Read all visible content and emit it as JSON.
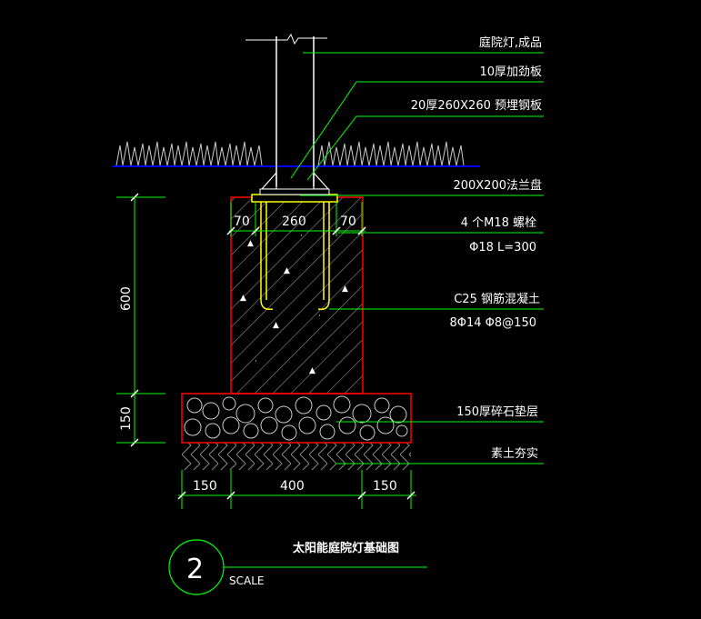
{
  "labels": {
    "light": "庭院灯,成品",
    "stiffener": "10厚加劲板",
    "embed_plate": "20厚260X260 预埋钢板",
    "flange": "200X200法兰盘",
    "bolts": "4 个M18 螺栓",
    "bolt_spec": "Φ18 L=300",
    "concrete": "C25 钢筋混凝土",
    "rebar": "8Φ14  Φ8@150",
    "gravel": "150厚碎石垫层",
    "soil": "素土夯实"
  },
  "dimensions": {
    "top_left": "70",
    "top_mid": "260",
    "top_right": "70",
    "height_col": "600",
    "height_base": "150",
    "bottom_left": "150",
    "bottom_mid": "400",
    "bottom_right": "150"
  },
  "title": {
    "number": "2",
    "text": "太阳能庭院灯基础图",
    "scale": "SCALE"
  },
  "colors": {
    "background": "#000000",
    "leader": "#00ff00",
    "outline": "#ff0000",
    "pole": "#ffffff",
    "bolt": "#ffff00",
    "ground_line": "#0000ff",
    "hatch": "#bbbbbb"
  }
}
